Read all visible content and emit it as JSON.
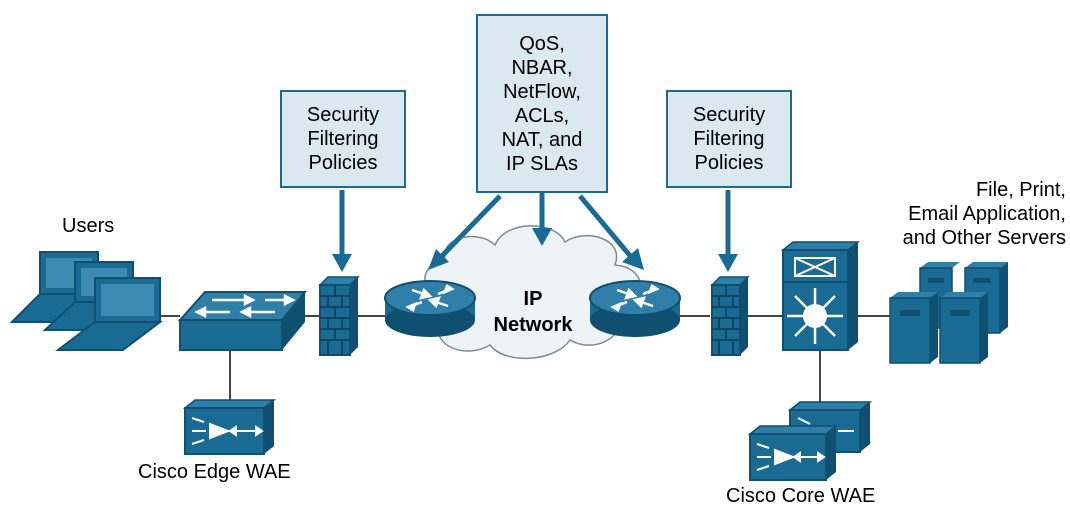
{
  "boxes": {
    "security_left": [
      "Security",
      "Filtering",
      "Policies"
    ],
    "qos": [
      "QoS,",
      "NBAR,",
      "NetFlow,",
      "ACLs,",
      "NAT, and",
      "IP SLAs"
    ],
    "security_right": [
      "Security",
      "Filtering",
      "Policies"
    ]
  },
  "labels": {
    "users": "Users",
    "edge_wae": "Cisco Edge WAE",
    "core_wae": "Cisco Core WAE",
    "servers": [
      "File, Print,",
      "Email Application,",
      "and Other Servers"
    ]
  },
  "cloud": {
    "line1": "IP",
    "line2": "Network"
  },
  "colors": {
    "device": "#1a6b93",
    "device_dark": "#0f4f70",
    "box_fill": "#dbe8ef",
    "cloud_fill": "#eef3f6"
  }
}
